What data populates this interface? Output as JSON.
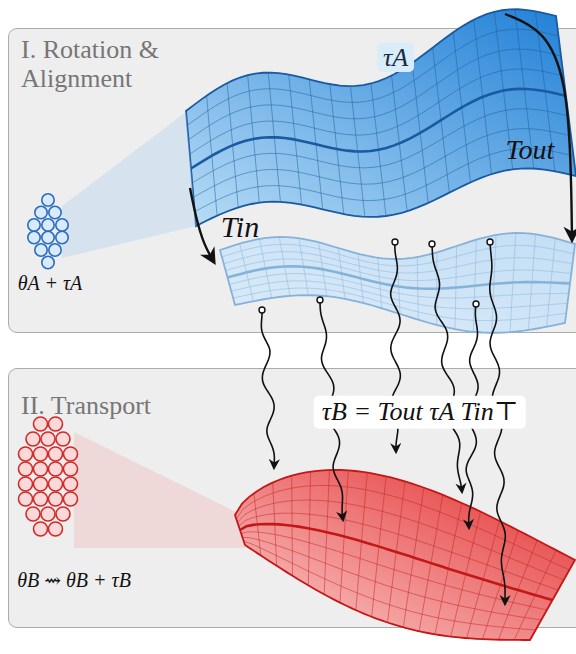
{
  "diagram": {
    "nodes": [
      {
        "text": [
          "I. Rotation & Alignment"
        ]
      },
      {
        "text": [
          "τA"
        ],
        "in": 0
      },
      {
        "text": [
          "II. Transport"
        ]
      }
    ],
    "labels": [
      "θA + τA",
      "Tin",
      "Tout",
      "τB = Tout τA Tin⊤",
      "θB ⇝ θB + τB"
    ]
  }
}
